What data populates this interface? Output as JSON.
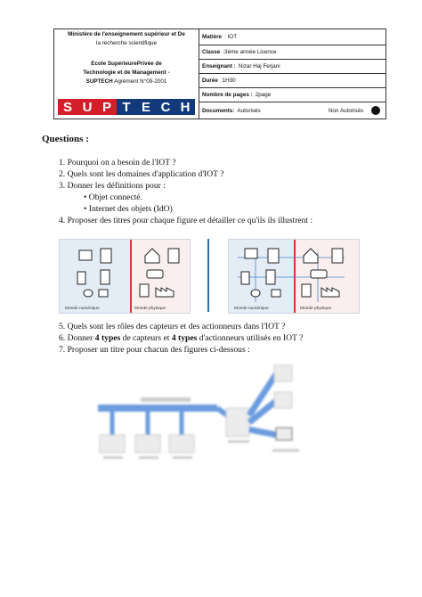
{
  "header": {
    "ministry_line1": "Ministère de l'enseignement supérieur et De",
    "ministry_line2": "la recherche scientifique",
    "school_line1": "Ecole SupérieurePrivée de",
    "school_line2": "Technologie et de Management -",
    "school_line3_bold": "SUPTECH",
    "school_line3_rest": " Agrément N°09-2001",
    "logo_letters": [
      "S",
      "U",
      "P",
      "T",
      "E",
      "C",
      "H"
    ],
    "matiere_label": "Matière",
    "matiere_value": ": IOT",
    "classe_label": "Classe",
    "classe_value": ":3ème année Licence",
    "enseignant_label": "Enseignant :",
    "enseignant_value": "Nizar Haj Ferjani",
    "duree_label": "Durée",
    "duree_value": ":1H30",
    "pages_label": "Nombre de pages :",
    "pages_value": "2page",
    "documents_label": "Documents:",
    "documents_value": "Autorisés",
    "non_autorises": "Non Autorisés"
  },
  "questions_title": "Questions :",
  "questions": [
    "1.  Pourquoi on a besoin de l'IOT ?",
    "2.  Quels sont les domaines d'application d'IOT ?",
    "3.  Donner les définitions pour :",
    "4.  Proposer des titres pour chaque figure et détailler ce qu'ils ils illustrent :",
    "5.  Quels sont les rôles des capteurs et des actionneurs dans l'IOT ?",
    "6.  Donner ",
    "7.  Proposer un titre pour chacun des figures ci-dessous :"
  ],
  "q6": {
    "bold1": "4 types",
    "mid": " de capteurs et ",
    "bold2": "4 types",
    "end": " d'actionneurs utilisés en IOT ?"
  },
  "definitions": [
    "Objet connecté.",
    "Internet des objets (IdO)"
  ],
  "figure_labels": {
    "numerique": "Monde numérique",
    "physique": "Monde physique"
  },
  "colors": {
    "logo_red": "#d41f2b",
    "logo_blue": "#123a7a",
    "divider_red": "#d9333a",
    "divider_blue": "#2a6fb5"
  }
}
